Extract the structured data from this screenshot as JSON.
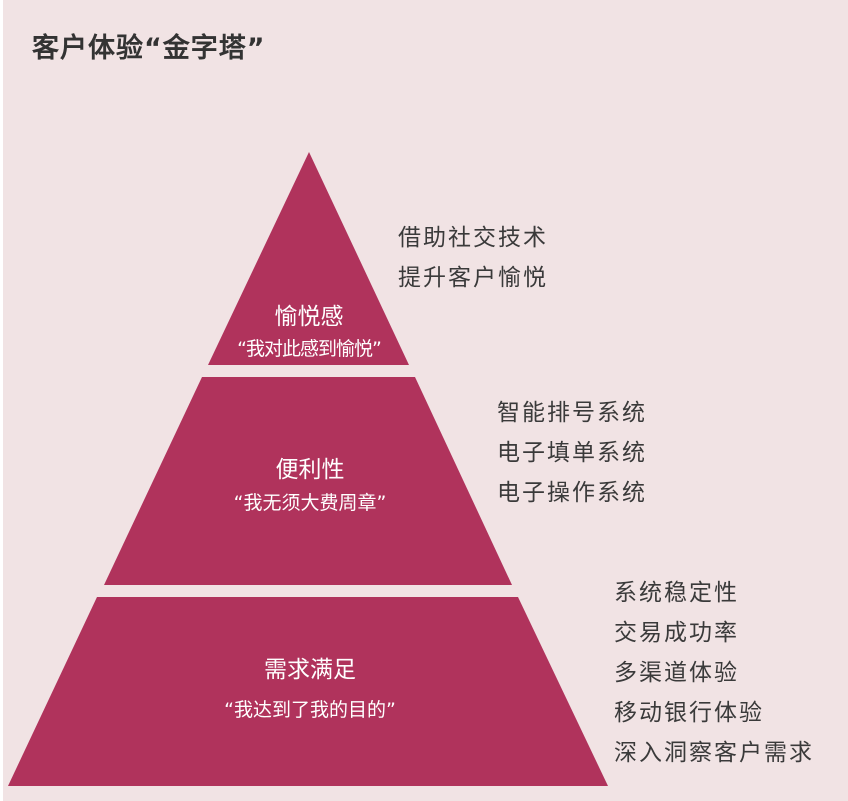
{
  "title": "客户体验“金字塔”",
  "colors": {
    "background": "#f1e3e4",
    "pyramid": "#b0335c",
    "text": "#3a3a3a"
  },
  "tiers": [
    {
      "label": "愉悦感",
      "quote": "“我对此感到愉悦”",
      "notes": [
        "借助社交技术",
        "提升客户愉悦"
      ]
    },
    {
      "label": "便利性",
      "quote": "“我无须大费周章”",
      "notes": [
        "智能排号系统",
        "电子填单系统",
        "电子操作系统"
      ]
    },
    {
      "label": "需求满足",
      "quote": "“我达到了我的目的”",
      "notes": [
        "系统稳定性",
        "交易成功率",
        "多渠道体验",
        "移动银行体验",
        "深入洞察客户需求"
      ]
    }
  ]
}
